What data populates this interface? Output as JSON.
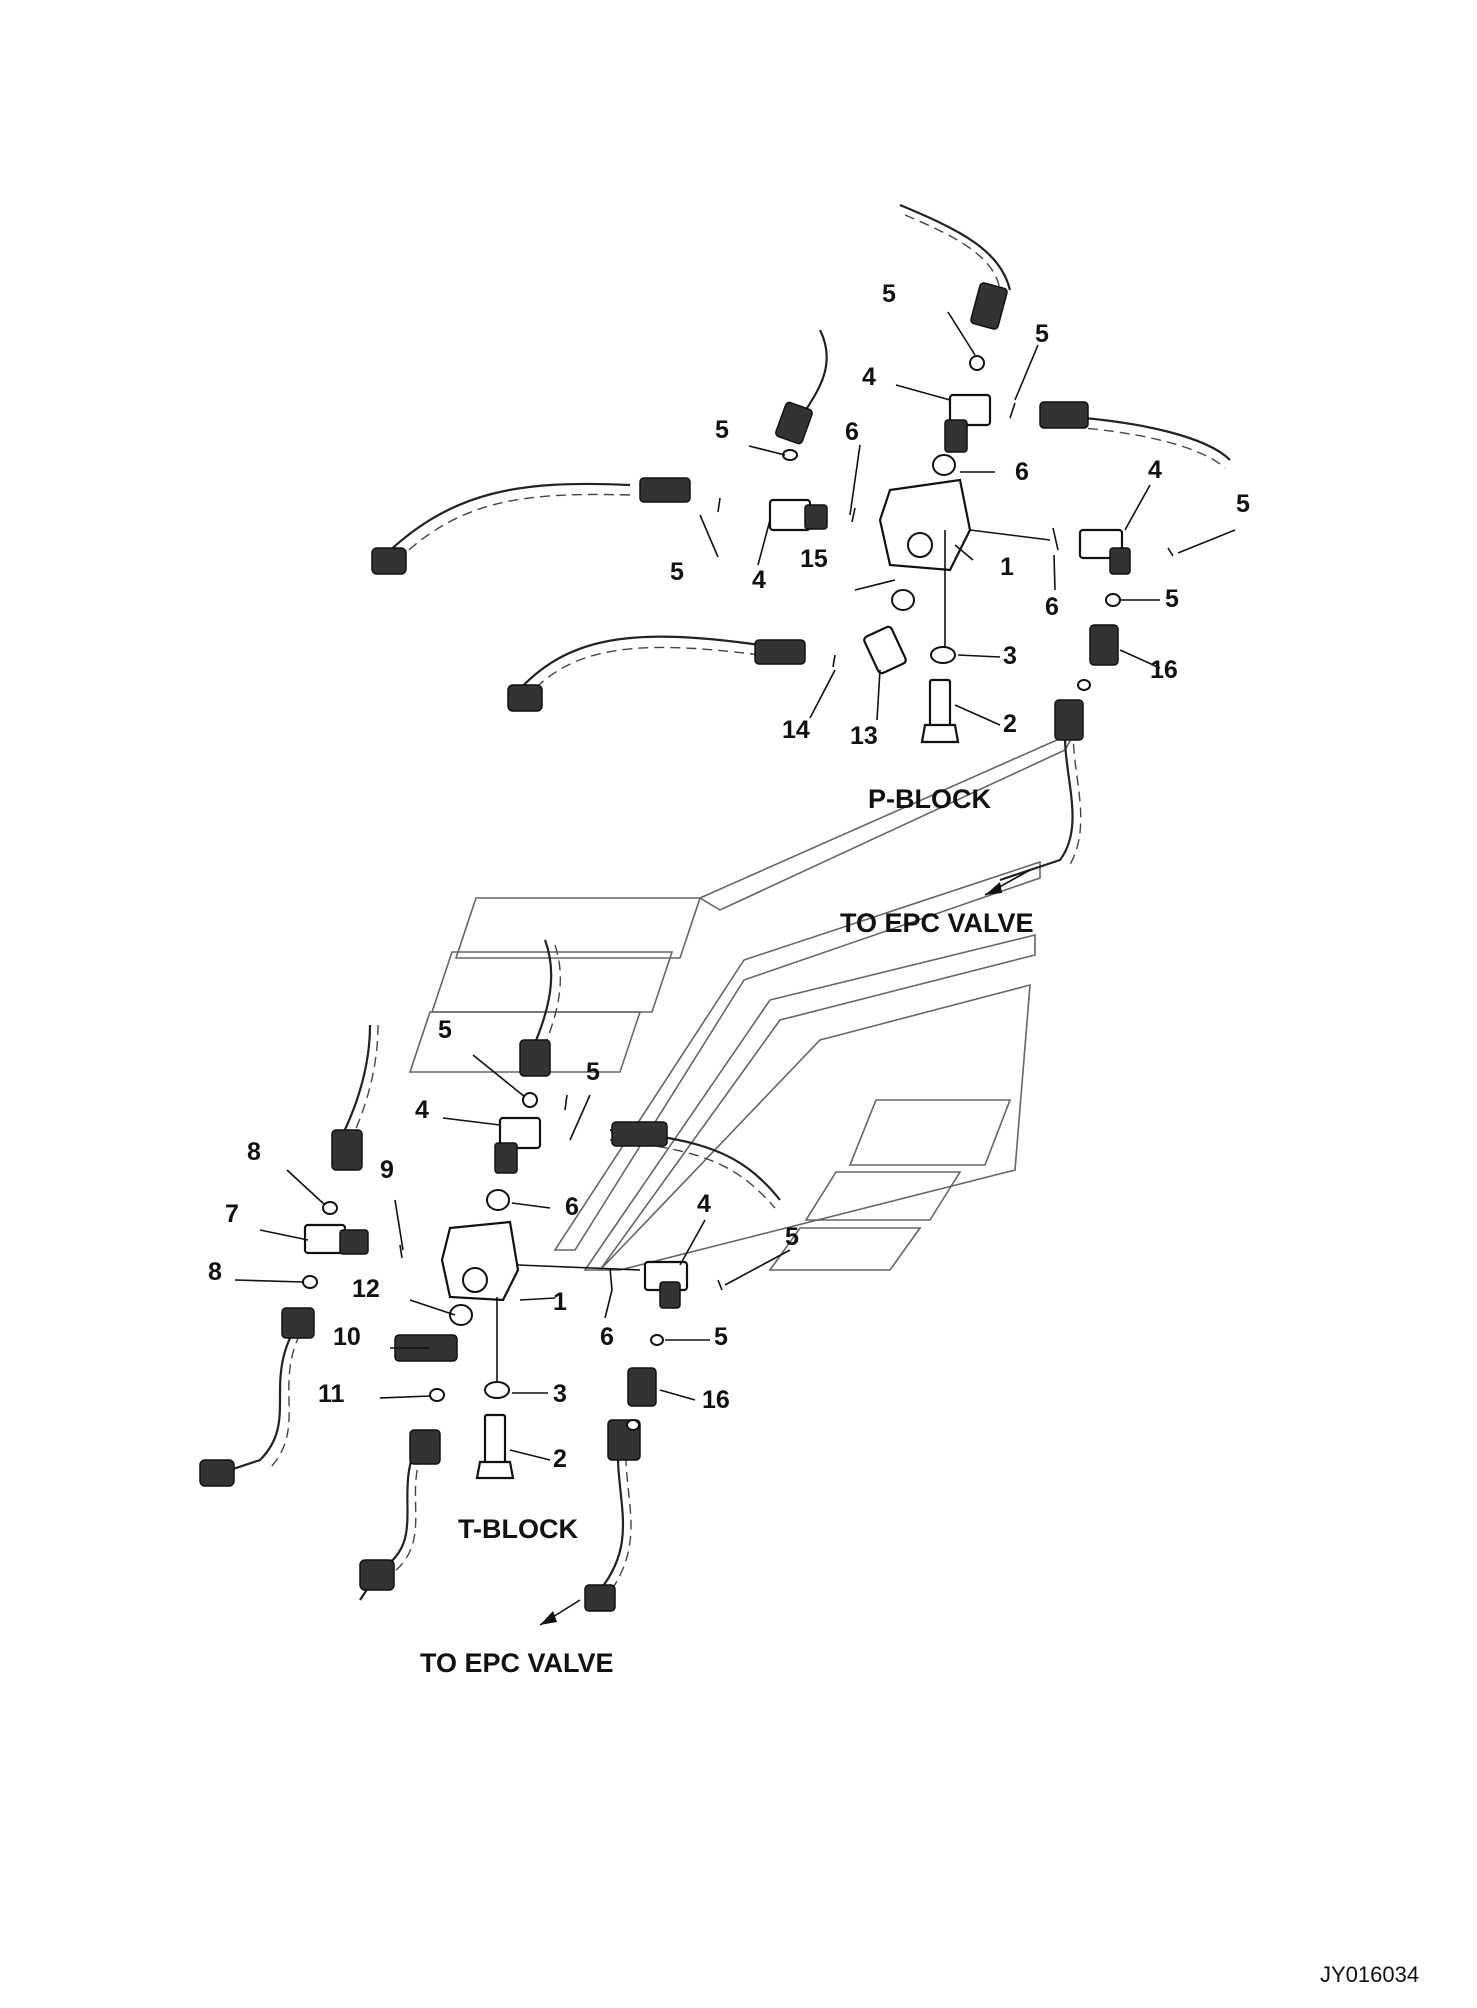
{
  "diagram": {
    "titles": {
      "p_block": "P-BLOCK",
      "t_block": "T-BLOCK",
      "to_epc_top": "TO EPC VALVE",
      "to_epc_bottom": "TO EPC VALVE",
      "drawing_code": "JY016034"
    },
    "p_block_callouts": [
      "5",
      "5",
      "4",
      "5",
      "6",
      "6",
      "4",
      "5",
      "5",
      "4",
      "15",
      "1",
      "6",
      "5",
      "16",
      "3",
      "14",
      "13",
      "2"
    ],
    "t_block_callouts": [
      "5",
      "5",
      "4",
      "8",
      "9",
      "6",
      "4",
      "7",
      "5",
      "8",
      "12",
      "1",
      "6",
      "5",
      "10",
      "11",
      "3",
      "16",
      "2"
    ]
  }
}
